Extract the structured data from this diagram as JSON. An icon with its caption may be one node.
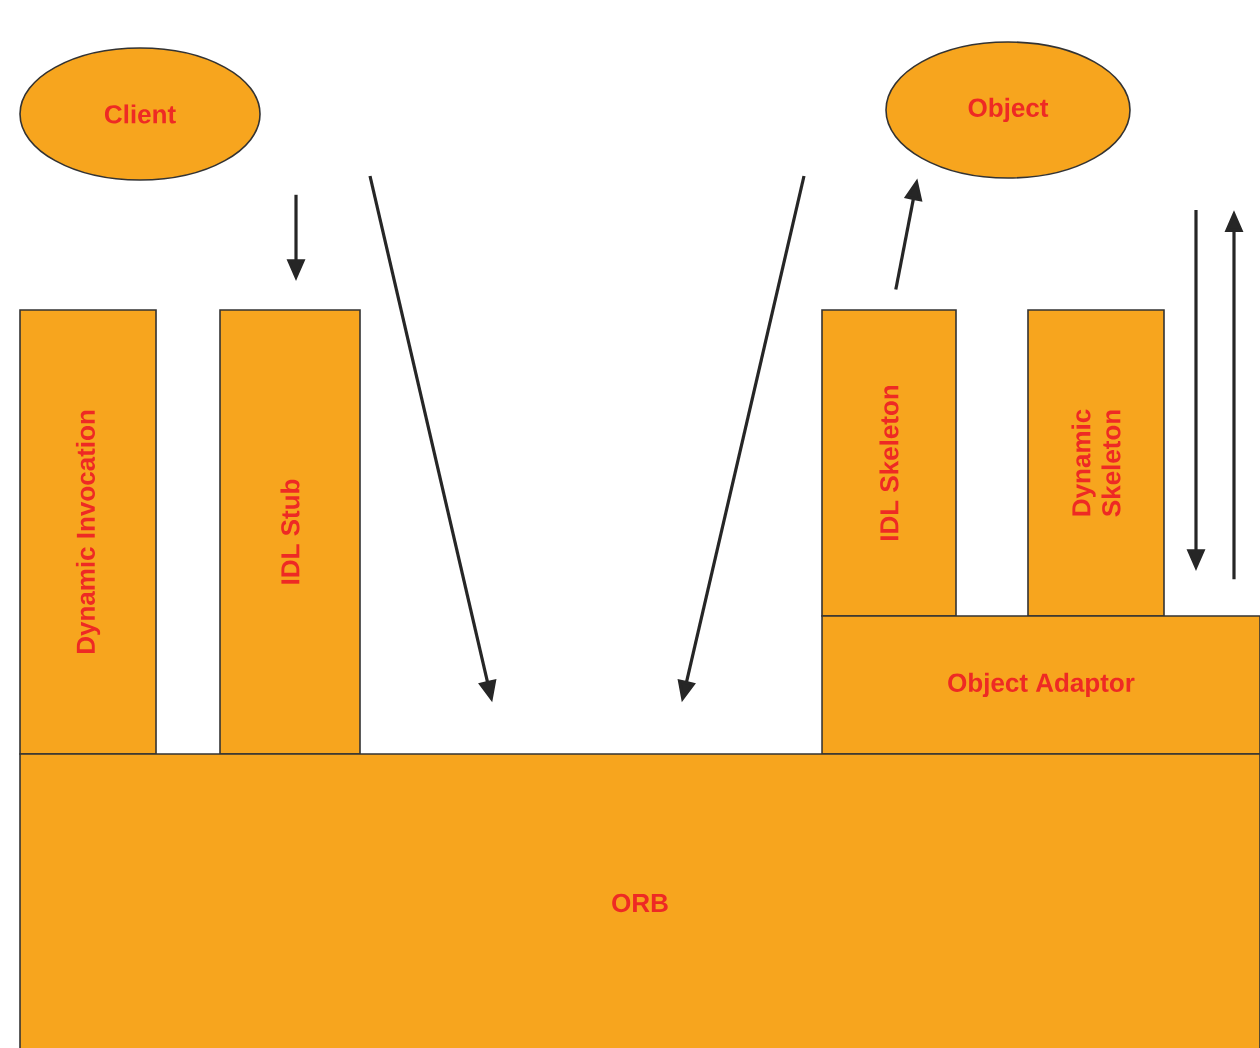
{
  "diagram": {
    "nodes": [
      {
        "text": [
          "Client"
        ]
      },
      {
        "text": [
          "Object"
        ]
      },
      {
        "text": [
          "Dynamic Invocation"
        ]
      },
      {
        "text": [
          "IDL Stub"
        ]
      },
      {
        "text": [
          "IDL Skeleton"
        ]
      },
      {
        "text": [
          "Dynamic Skeleton"
        ]
      },
      {
        "text": [
          "Object Adaptor"
        ]
      },
      {
        "text": [
          "ORB"
        ]
      }
    ],
    "edges": [
      {
        "from": 0,
        "to": 3,
        "arrow": "to"
      },
      {
        "from": null,
        "to": 7,
        "arrow": "to"
      },
      {
        "from": null,
        "to": 7,
        "arrow": "to"
      },
      {
        "from": 4,
        "to": 1,
        "arrow": "to"
      },
      {
        "from": null,
        "to": 6,
        "arrow": "to"
      },
      {
        "from": 6,
        "to": null,
        "arrow": "to"
      }
    ]
  }
}
